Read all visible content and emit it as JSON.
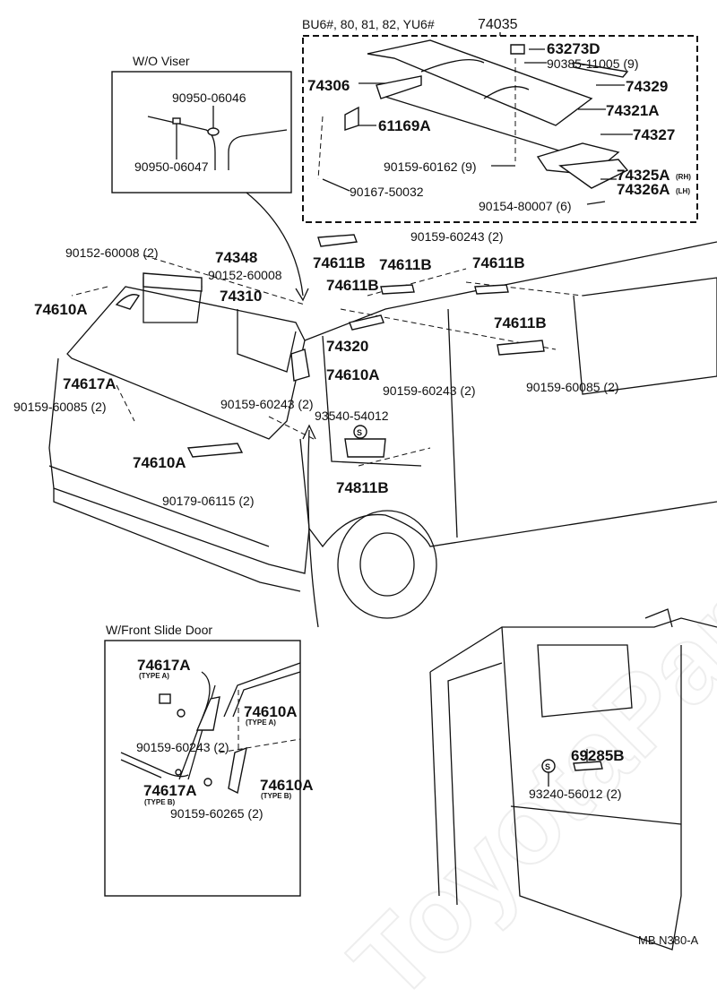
{
  "watermark": "ToyotaParts.ru",
  "roof_spoiler": {
    "header": "BU6#, 80, 81, 82, YU6#",
    "assembly": "74035",
    "parts": [
      "63273D",
      "90385-11005 (9)",
      "74329",
      "74321A",
      "74306",
      "61169A",
      "74327",
      "90159-60162 (9)",
      "74325A",
      "(RH)",
      "74326A",
      "(LH)",
      "90167-50032",
      "90154-80007 (6)"
    ]
  },
  "wo_visor": {
    "title": "W/O Viser",
    "parts": [
      "90950-06046",
      "90950-06047"
    ]
  },
  "main": {
    "parts": [
      "90152-60008 (2)",
      "74348",
      "90152-60008",
      "74310",
      "74610A",
      "74611B",
      "74611B",
      "74611B",
      "90159-60243 (2)",
      "74611B",
      "74611B",
      "74320",
      "74610A",
      "74617A",
      "90159-60085 (2)",
      "90159-60243 (2)",
      "93540-54012",
      "90159-60243 (2)",
      "90159-60085 (2)",
      "74610A",
      "74811B",
      "90179-06115 (2)"
    ]
  },
  "front_slide_door": {
    "title": "W/Front Slide Door",
    "parts": [
      "74617A",
      "(TYPE A)",
      "74610A",
      "(TYPE A)",
      "90159-60243 (2)",
      "74617A",
      "(TYPE B)",
      "74610A",
      "(TYPE B)",
      "90159-60265 (2)"
    ]
  },
  "rear": {
    "parts": [
      "69285B",
      "93240-56012 (2)"
    ]
  },
  "footer_code": "MB N380-A"
}
